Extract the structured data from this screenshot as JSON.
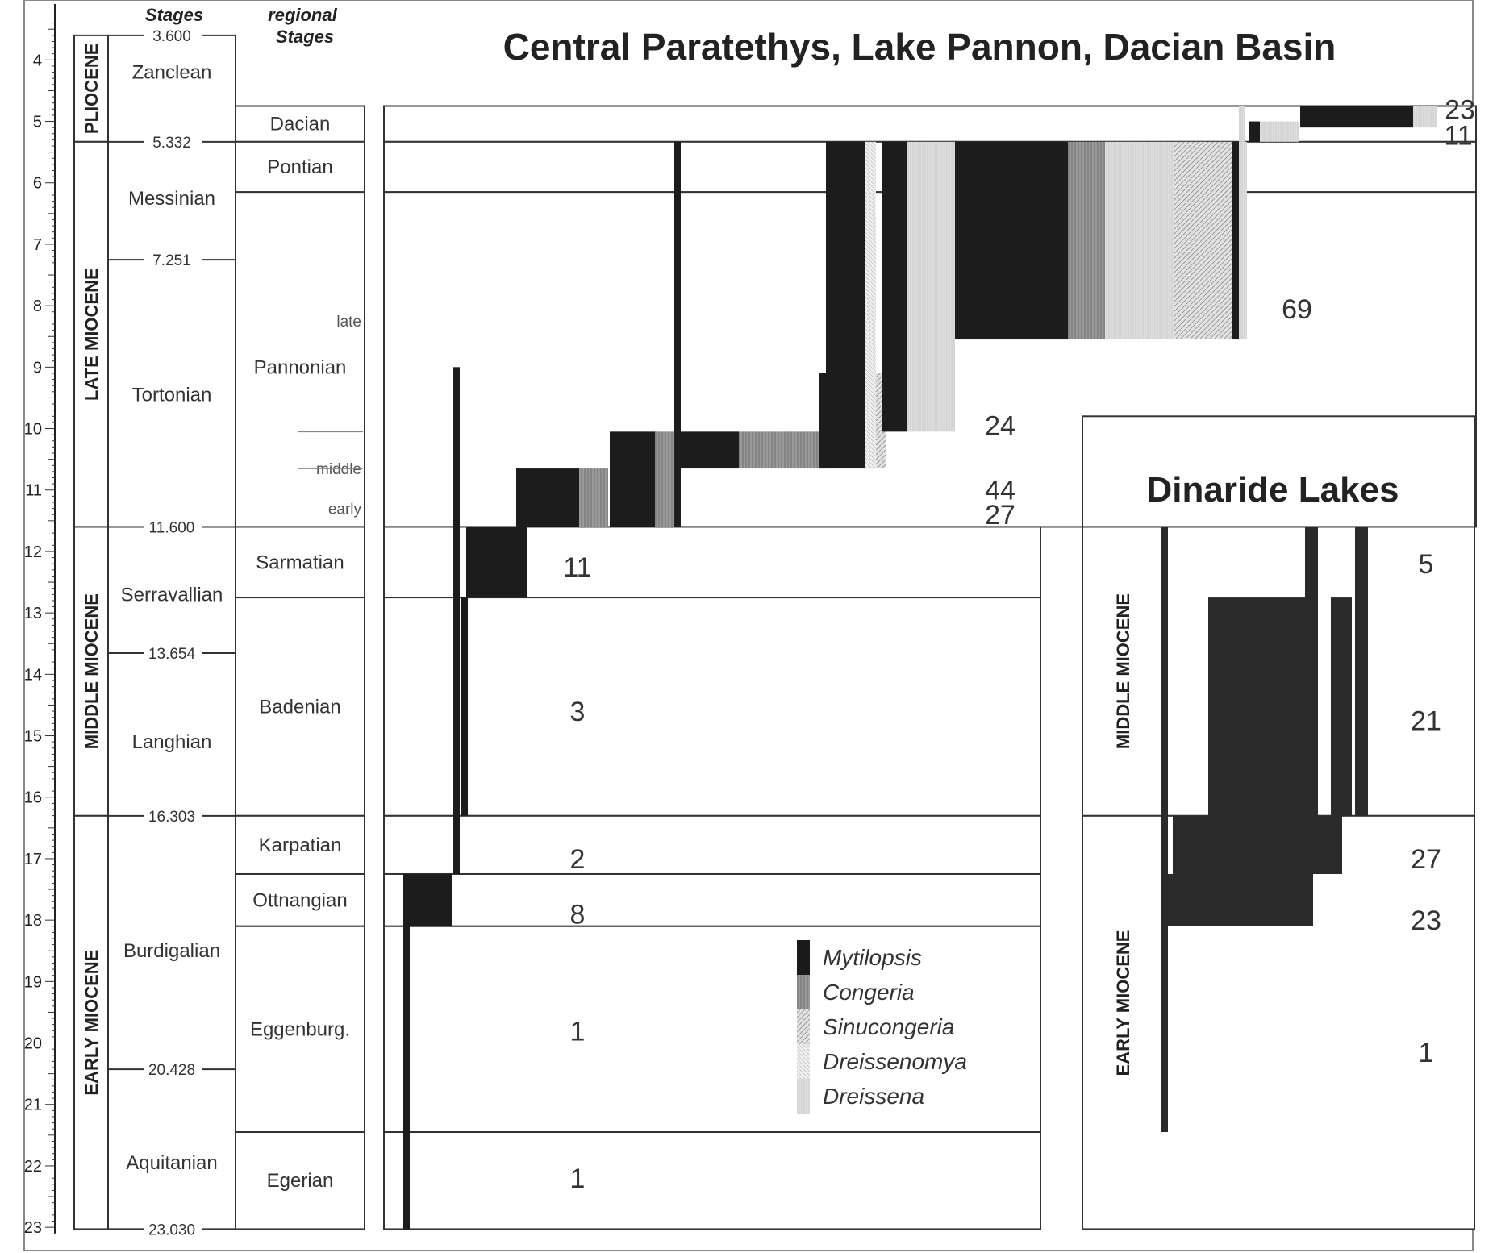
{
  "main_title": "Central Paratethys, Lake Pannon, Dacian Basin",
  "inset_title": "Dinaride Lakes",
  "stages_header": "Stages",
  "regional_header": "regional Stages",
  "age_axis": {
    "ticks": [
      4,
      5,
      6,
      7,
      8,
      9,
      10,
      11,
      12,
      13,
      14,
      15,
      16,
      17,
      18,
      19,
      20,
      21,
      22,
      23
    ],
    "range_ma": [
      3.3,
      23.1
    ]
  },
  "epochs": [
    {
      "label": "PLIOCENE",
      "from": 3.6,
      "to": 5.332
    },
    {
      "label": "LATE MIOCENE",
      "from": 5.332,
      "to": 11.6
    },
    {
      "label": "MIDDLE MIOCENE",
      "from": 11.6,
      "to": 16.303
    },
    {
      "label": "EARLY MIOCENE",
      "from": 16.303,
      "to": 23.03
    }
  ],
  "stage_boundaries": [
    {
      "label": "3.600",
      "age": 3.6
    },
    {
      "label": "5.332",
      "age": 5.332
    },
    {
      "label": "7.251",
      "age": 7.251
    },
    {
      "label": "11.600",
      "age": 11.6
    },
    {
      "label": "13.654",
      "age": 13.654
    },
    {
      "label": "16.303",
      "age": 16.303
    },
    {
      "label": "20.428",
      "age": 20.428
    },
    {
      "label": "23.030",
      "age": 23.03
    }
  ],
  "stages": [
    {
      "label": "Zanclean",
      "age": 4.2
    },
    {
      "label": "Messinian",
      "age": 6.25
    },
    {
      "label": "Tortonian",
      "age": 9.45
    },
    {
      "label": "Serravallian",
      "age": 12.7
    },
    {
      "label": "Langhian",
      "age": 15.1
    },
    {
      "label": "Burdigalian",
      "age": 18.5
    },
    {
      "label": "Aquitanian",
      "age": 21.95
    }
  ],
  "regional_stages": [
    {
      "label": "Dacian",
      "from": 4.75,
      "to": 5.332
    },
    {
      "label": "Pontian",
      "from": 5.332,
      "to": 6.15
    },
    {
      "label": "Pannonian",
      "from": 6.15,
      "to": 11.6
    },
    {
      "label": "Sarmatian",
      "from": 11.6,
      "to": 12.75
    },
    {
      "label": "Badenian",
      "from": 12.75,
      "to": 16.303
    },
    {
      "label": "Karpatian",
      "from": 16.303,
      "to": 17.25
    },
    {
      "label": "Ottnangian",
      "from": 17.25,
      "to": 18.1
    },
    {
      "label": "Eggenburg.",
      "from": 18.1,
      "to": 21.45
    },
    {
      "label": "Egerian",
      "from": 21.45,
      "to": 23.03
    }
  ],
  "pannonian_substages": [
    "late",
    "middle",
    "early"
  ],
  "main_counts": [
    {
      "label": "23",
      "age": 4.8
    },
    {
      "label": "11",
      "age": 5.22
    },
    {
      "label": "69",
      "age": 8.05
    },
    {
      "label": "24",
      "age": 9.95
    },
    {
      "label": "44",
      "age": 11.0
    },
    {
      "label": "27",
      "age": 11.4
    },
    {
      "label": "11",
      "age": 12.25
    },
    {
      "label": "3",
      "age": 14.6
    },
    {
      "label": "2",
      "age": 17.0
    },
    {
      "label": "8",
      "age": 17.9
    },
    {
      "label": "1",
      "age": 19.8
    },
    {
      "label": "1",
      "age": 22.2
    }
  ],
  "inset_epochs": [
    {
      "label": "MIDDLE MIOCENE"
    },
    {
      "label": "EARLY MIOCENE"
    }
  ],
  "inset_counts": [
    {
      "label": "5",
      "age": 12.2
    },
    {
      "label": "21",
      "age": 14.75
    },
    {
      "label": "27",
      "age": 17.0
    },
    {
      "label": "23",
      "age": 18.0
    },
    {
      "label": "1",
      "age": 20.15
    }
  ],
  "legend": [
    {
      "label": "Mytilopsis",
      "color": "#1a1a1a"
    },
    {
      "label": "Congeria",
      "color": "#8a8a8a"
    },
    {
      "label": "Sinucongeria",
      "color": "#cfcfcf"
    },
    {
      "label": "Dreissenomya",
      "color": "#e6e6e6"
    },
    {
      "label": "Dreissena",
      "color": "#dadada"
    }
  ]
}
